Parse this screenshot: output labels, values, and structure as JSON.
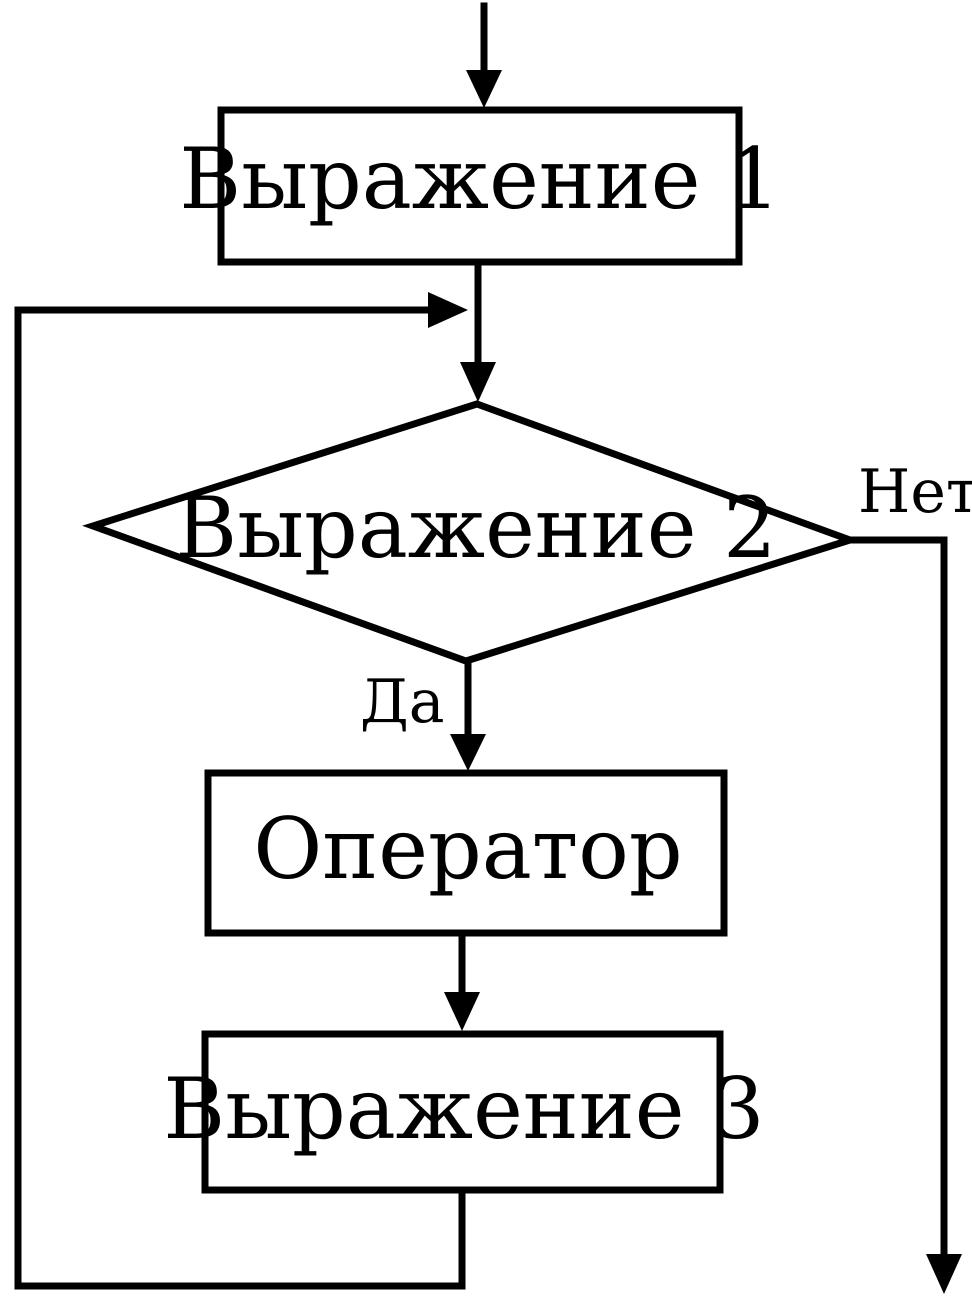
{
  "flowchart": {
    "expression1": "Выражение 1",
    "expression2": "Выражение 2",
    "operator": "Оператор",
    "expression3": "Выражение 3",
    "yes_label": "Да",
    "no_label": "Нет"
  }
}
